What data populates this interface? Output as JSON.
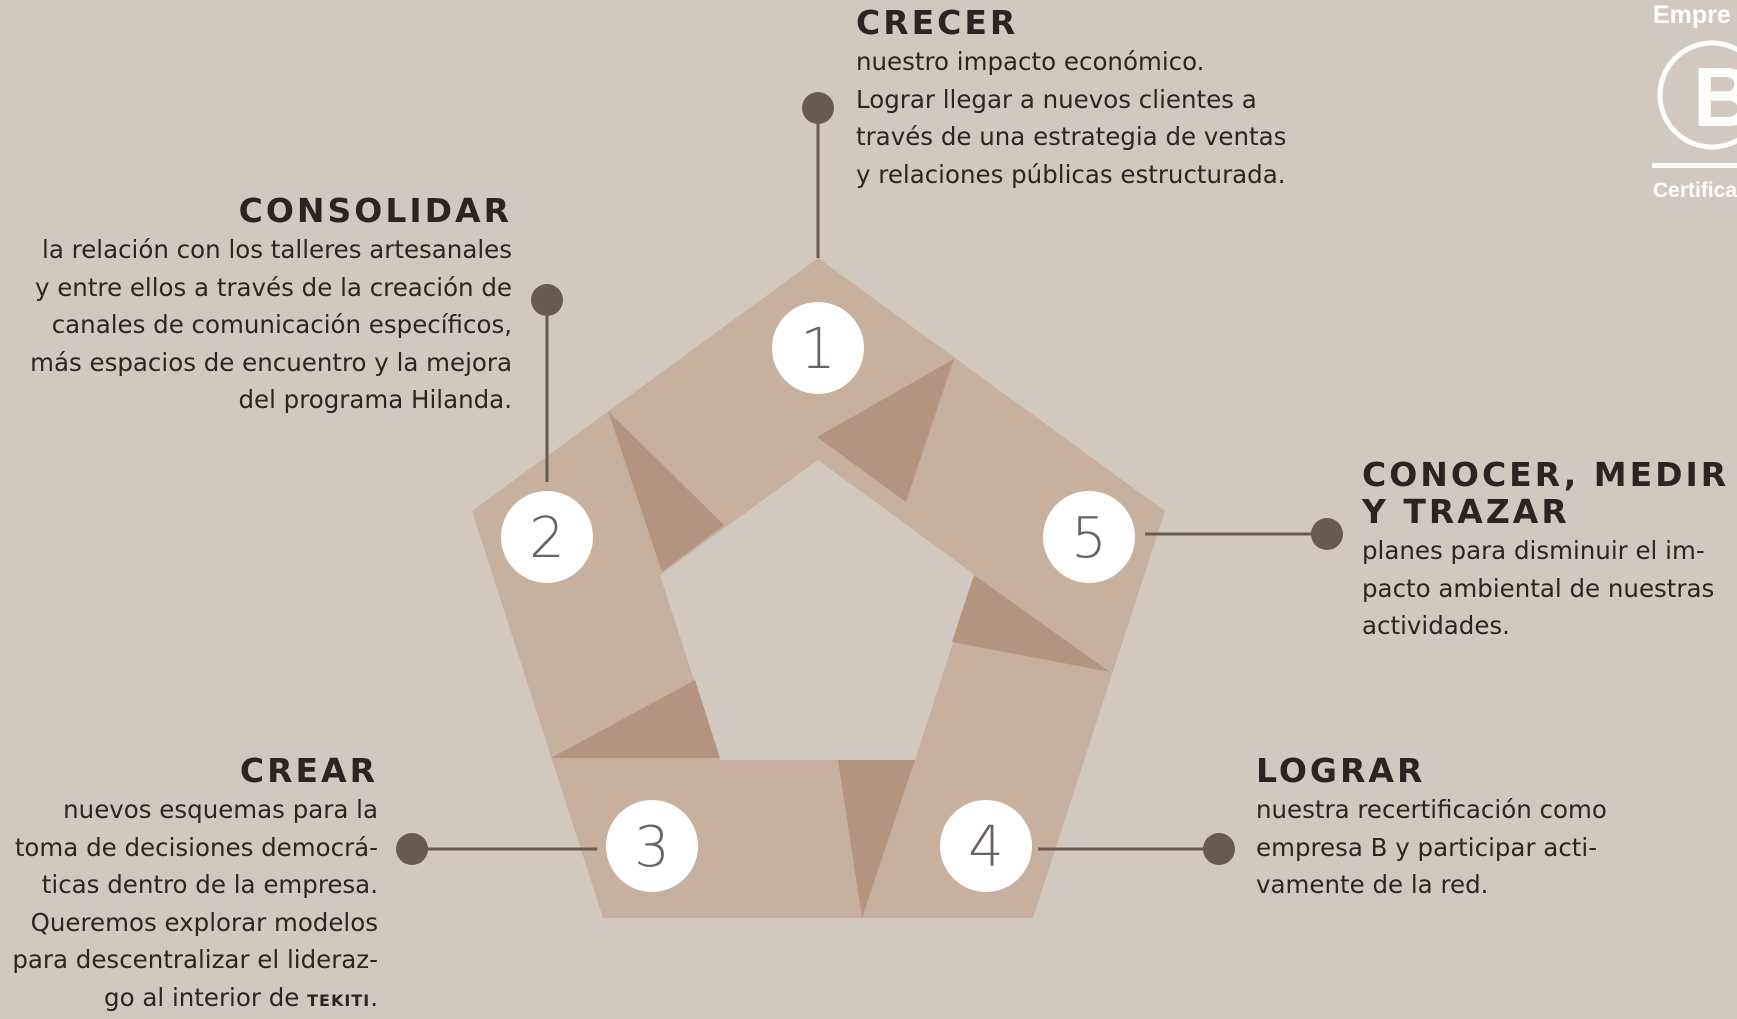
{
  "steps": [
    {
      "number": "1",
      "title": "CRECER",
      "text": [
        "nuestro impacto económico.",
        "Lograr llegar a nuevos clientes a",
        "través de una estrategia de ventas",
        "y relaciones públicas estructurada."
      ]
    },
    {
      "number": "2",
      "title": "CONSOLIDAR",
      "text": [
        "la relación con los talleres artesanales",
        "y entre ellos a través de la creación de",
        "canales de comunicación específicos,",
        "más espacios de encuentro y la mejora",
        "del programa Hilanda."
      ]
    },
    {
      "number": "3",
      "title": "CREAR",
      "text": [
        "nuevos esquemas para la",
        "toma de decisiones democrá-",
        "ticas dentro de la empresa.",
        "Queremos explorar modelos",
        "para descentralizar el lideraz-"
      ],
      "last_line_prefix": "go al interior de ",
      "brand": "TEKITI",
      "last_line_suffix": "."
    },
    {
      "number": "4",
      "title": "LOGRAR",
      "text": [
        "nuestra recertificación como",
        "empresa B y participar acti-",
        "vamente de la red."
      ]
    },
    {
      "number": "5",
      "title_lines": [
        "CONOCER, MEDIR",
        "Y TRAZAR"
      ],
      "text": [
        "planes para disminuir el im-",
        "pacto ambiental de nuestras",
        "actividades."
      ]
    }
  ],
  "badge": {
    "top_text": "Empre",
    "letter": "B",
    "bottom_text": "Certifica"
  },
  "colors": {
    "background": "#d1c9bf",
    "band": "#c8b09f",
    "fold": "#b4957f",
    "connector": "#665a51",
    "circle": "#ffffff",
    "number": "#6b625d"
  }
}
